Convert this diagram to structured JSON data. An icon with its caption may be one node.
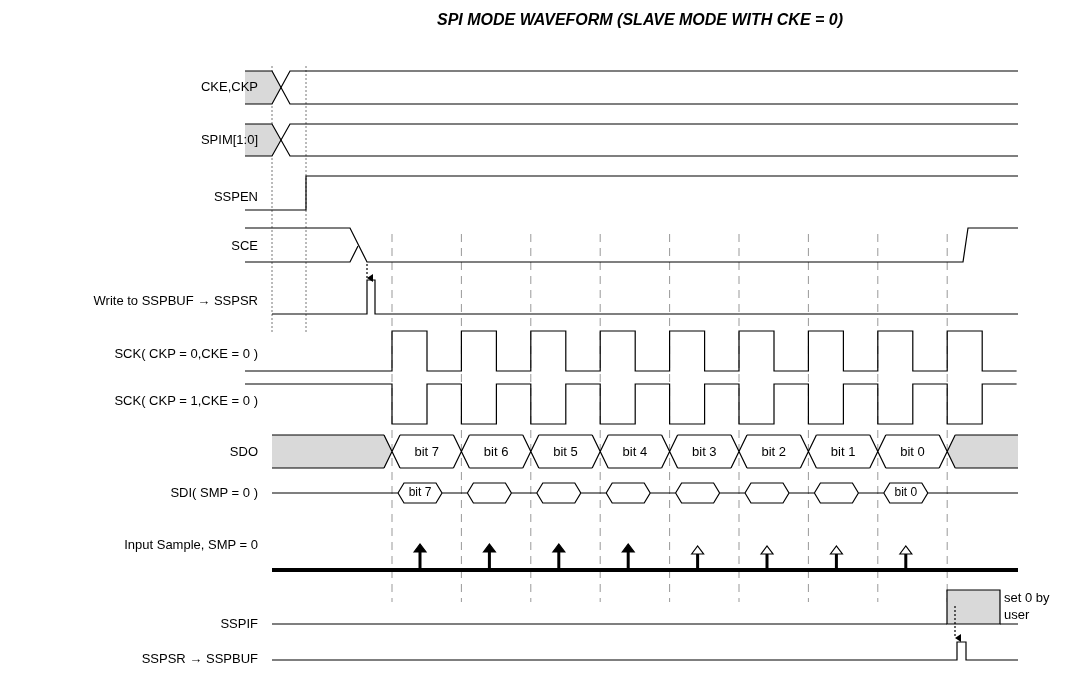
{
  "diagram": {
    "title": "SPI MODE WAVEFORM (SLAVE MODE WITH CKE = 0)",
    "labels": [
      "CKE,CKP",
      "SPIM[1:0]",
      "SSPEN",
      "SCE",
      "Write to SSPBUF → SSPSR",
      "SCK( CKP = 0,CKE = 0 )",
      "SCK( CKP = 1,CKE = 0 )",
      "SDO",
      "bit 7",
      "bit 6",
      "bit 5",
      "bit 4",
      "bit 3",
      "bit 2",
      "bit 1",
      "bit 0",
      "SDI( SMP = 0 )",
      "bit 7",
      "bit 0",
      "Input Sample, SMP = 0",
      "SSPIF",
      "set 0 by user",
      "SSPSR → SSPBUF"
    ]
  }
}
